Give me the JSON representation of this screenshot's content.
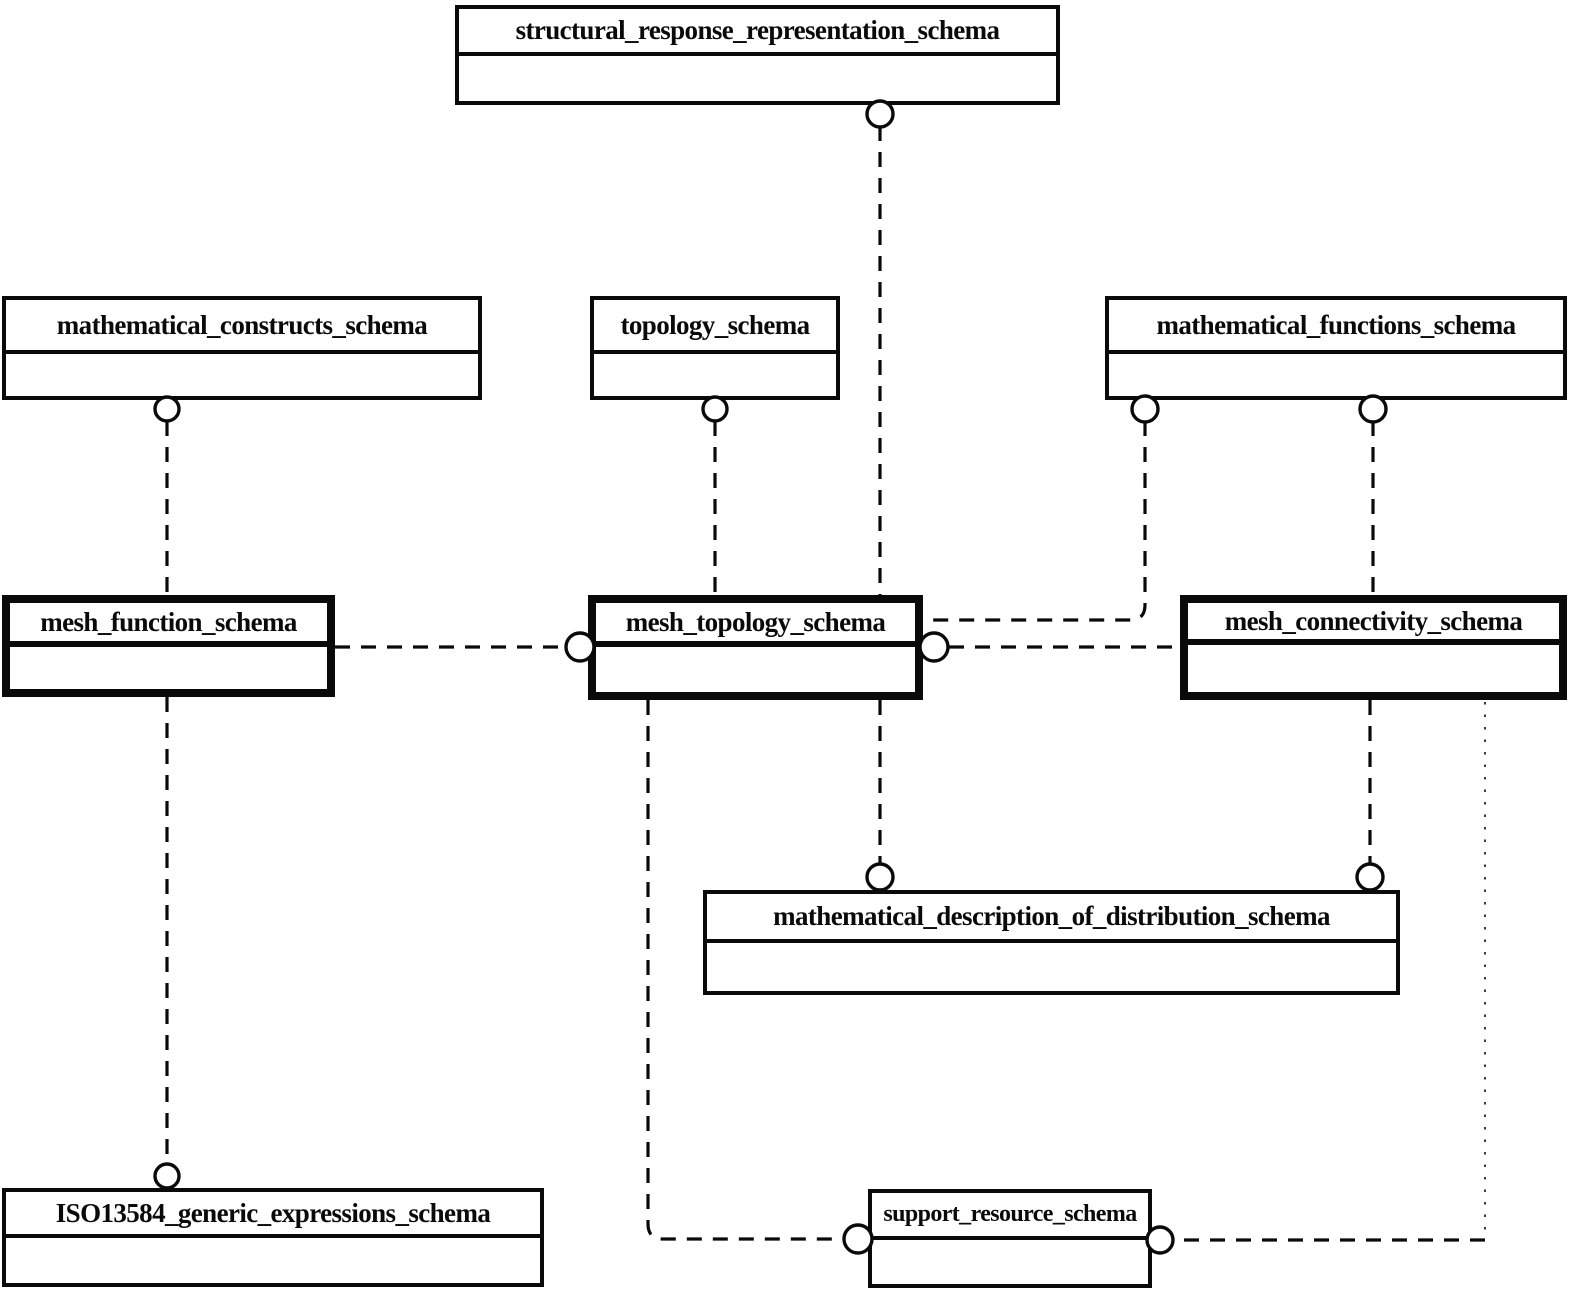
{
  "diagram": {
    "title": "schema interconnection diagram",
    "line_style": "dashed",
    "marker_style": "open-circle",
    "ink_color": "#0a0a0a",
    "background_color": "#ffffff"
  },
  "nodes": {
    "structural": {
      "label": "structural_response_representation_schema",
      "emphasis": "normal"
    },
    "mathconstructs": {
      "label": "mathematical_constructs_schema",
      "emphasis": "normal"
    },
    "topology": {
      "label": "topology_schema",
      "emphasis": "normal"
    },
    "mathfunctions": {
      "label": "mathematical_functions_schema",
      "emphasis": "normal"
    },
    "meshfunction": {
      "label": "mesh_function_schema",
      "emphasis": "bold"
    },
    "meshtopology": {
      "label": "mesh_topology_schema",
      "emphasis": "bold"
    },
    "meshconnectivity": {
      "label": "mesh_connectivity_schema",
      "emphasis": "bold"
    },
    "mathdescription": {
      "label": "mathematical_description_of_distribution_schema",
      "emphasis": "normal"
    },
    "iso13584": {
      "label": "ISO13584_generic_expressions_schema",
      "emphasis": "normal"
    },
    "supportresource": {
      "label": "support_resource_schema",
      "emphasis": "normal"
    }
  },
  "connections": [
    {
      "from": "structural_response_representation_schema",
      "to": "mesh_topology_schema",
      "circle_at": "structural_response_representation_schema"
    },
    {
      "from": "mathematical_constructs_schema",
      "to": "mesh_function_schema",
      "circle_at": "mathematical_constructs_schema"
    },
    {
      "from": "topology_schema",
      "to": "mesh_topology_schema",
      "circle_at": "topology_schema"
    },
    {
      "from": "mathematical_functions_schema",
      "to": "mesh_topology_schema",
      "circle_at": "mathematical_functions_schema"
    },
    {
      "from": "mathematical_functions_schema",
      "to": "mesh_connectivity_schema",
      "circle_at": "mathematical_functions_schema"
    },
    {
      "from": "mesh_function_schema",
      "to": "mesh_topology_schema",
      "circle_at": "mesh_topology_schema"
    },
    {
      "from": "mesh_topology_schema",
      "to": "mesh_connectivity_schema",
      "circle_at": "mesh_topology_schema"
    },
    {
      "from": "mesh_topology_schema",
      "to": "mathematical_description_of_distribution_schema",
      "circle_at": "mathematical_description_of_distribution_schema"
    },
    {
      "from": "mesh_connectivity_schema",
      "to": "mathematical_description_of_distribution_schema",
      "circle_at": "mathematical_description_of_distribution_schema"
    },
    {
      "from": "mesh_topology_schema",
      "to": "support_resource_schema",
      "circle_at": "support_resource_schema"
    },
    {
      "from": "mesh_connectivity_schema",
      "to": "support_resource_schema",
      "circle_at": "support_resource_schema"
    },
    {
      "from": "mesh_function_schema",
      "to": "ISO13584_generic_expressions_schema",
      "circle_at": "ISO13584_generic_expressions_schema"
    }
  ]
}
